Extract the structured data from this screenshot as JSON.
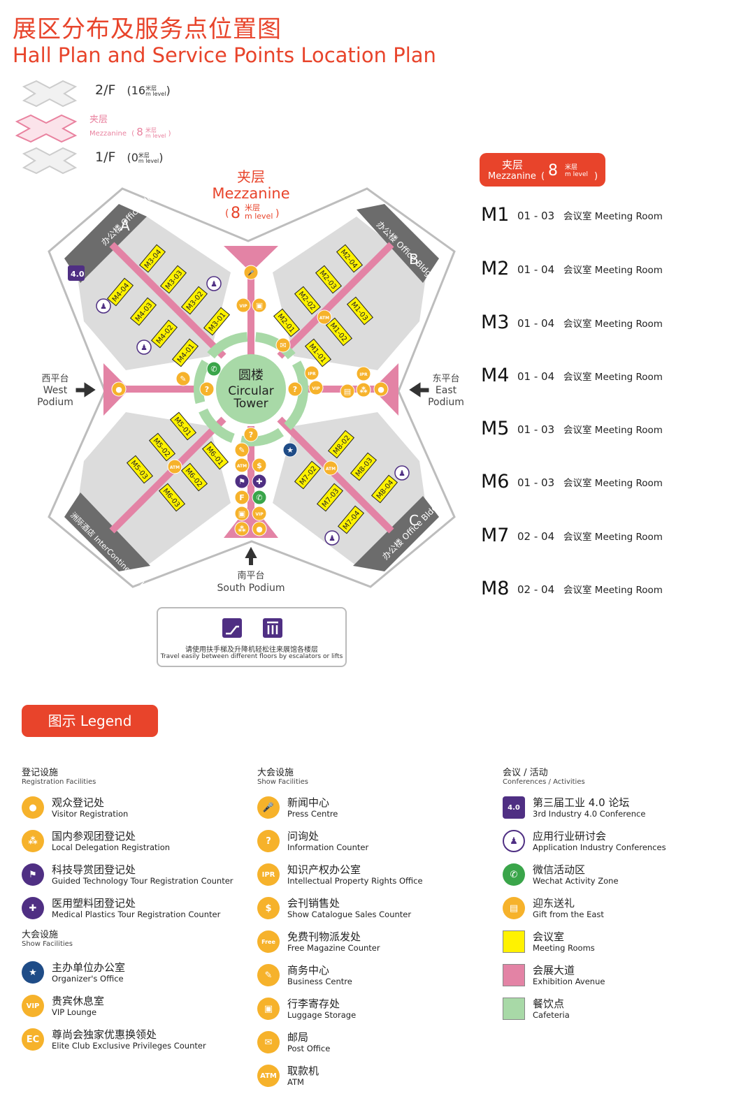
{
  "title": {
    "cn": "展区分布及服务点位置图",
    "en": "Hall Plan and Service Points Location Plan"
  },
  "floors": [
    {
      "name": "2/F",
      "level_num": "16",
      "level_cn": "米层",
      "level_en": "m level"
    },
    {
      "name_cn": "夹层",
      "name_en": "Mezzanine",
      "level_num": "8",
      "level_cn": "米层",
      "level_en": "m level"
    },
    {
      "name": "1/F",
      "level_num": "0",
      "level_cn": "米层",
      "level_en": "m level"
    }
  ],
  "map": {
    "heading_cn": "夹层",
    "heading_en": "Mezzanine",
    "heading_level": "8",
    "heading_level_cn": "米层",
    "heading_level_en": "m level",
    "tower_cn": "圆楼",
    "tower_en1": "Circular",
    "tower_en2": "Tower",
    "bldg_a": "办公楼 Office Bldg",
    "bldg_a_letter": "A",
    "bldg_b": "办公楼 Office Bldg",
    "bldg_b_letter": "B",
    "bldg_c": "办公楼 Office Bldg",
    "bldg_c_letter": "C",
    "hotel": "洲际酒店 InterContinental Hotel",
    "west_cn": "西平台",
    "west_en1": "West",
    "west_en2": "Podium",
    "east_cn": "东平台",
    "east_en1": "East",
    "east_en2": "Podium",
    "south_cn": "南平台",
    "south_en": "South Podium",
    "badge_40": "4.0",
    "rooms": [
      "M3-04",
      "M3-03",
      "M3-02",
      "M3-01",
      "M4-04",
      "M4-03",
      "M4-02",
      "M4-01",
      "M2-04",
      "M2-03",
      "M2-02",
      "M2-01",
      "M1-03",
      "M1-02",
      "M1-01",
      "M5-01",
      "M5-02",
      "M5-03",
      "M6-01",
      "M6-02",
      "M6-03",
      "M8-02",
      "M8-03",
      "M8-04",
      "M7-02",
      "M7-03",
      "M7-04"
    ],
    "lift_text_cn": "请使用扶手梯及升降机轻松往来展馆各楼层",
    "lift_text_en": "Travel easily between different floors by escalators or lifts"
  },
  "mezzanine_badge": {
    "cn": "夹层",
    "en": "Mezzanine",
    "level": "8",
    "level_cn": "米层",
    "level_en": "m level"
  },
  "meeting_rooms": [
    {
      "code": "M1",
      "range": "01 - 03",
      "name": "会议室 Meeting Room"
    },
    {
      "code": "M2",
      "range": "01 - 04",
      "name": "会议室 Meeting Room"
    },
    {
      "code": "M3",
      "range": "01 - 04",
      "name": "会议室 Meeting Room"
    },
    {
      "code": "M4",
      "range": "01 - 04",
      "name": "会议室 Meeting Room"
    },
    {
      "code": "M5",
      "range": "01 - 03",
      "name": "会议室 Meeting Room"
    },
    {
      "code": "M6",
      "range": "01 - 03",
      "name": "会议室 Meeting Room"
    },
    {
      "code": "M7",
      "range": "02 - 04",
      "name": "会议室 Meeting Room"
    },
    {
      "code": "M8",
      "range": "02 - 04",
      "name": "会议室 Meeting Room"
    }
  ],
  "legend": {
    "title": "图示 Legend",
    "col1_head": {
      "cn": "登记设施",
      "en": "Registration Facilities"
    },
    "col1": [
      {
        "icon": "visitor-icon",
        "cn": "观众登记处",
        "en": "Visitor Registration"
      },
      {
        "icon": "delegation-icon",
        "cn": "国内参观团登记处",
        "en": "Local Delegation Registration"
      },
      {
        "icon": "flag-icon",
        "cn": "科技导赏团登记处",
        "en": "Guided Technology Tour Registration Counter"
      },
      {
        "icon": "medical-icon",
        "cn": "医用塑料团登记处",
        "en": "Medical Plastics Tour Registration Counter"
      }
    ],
    "col1b_head": {
      "cn": "大会设施",
      "en": "Show Facilities"
    },
    "col1b": [
      {
        "icon": "star-icon",
        "cn": "主办单位办公室",
        "en": "Organizer's Office"
      },
      {
        "icon": "vip-icon",
        "label": "VIP",
        "cn": "贵宾休息室",
        "en": "VIP Lounge"
      },
      {
        "icon": "ec-icon",
        "cn": "尊尚会独家优惠换领处",
        "en": "Elite Club Exclusive Privileges Counter"
      }
    ],
    "col2_head": {
      "cn": "大会设施",
      "en": "Show Facilities"
    },
    "col2": [
      {
        "icon": "microphone-icon",
        "cn": "新闻中心",
        "en": "Press Centre"
      },
      {
        "icon": "question-icon",
        "label": "?",
        "cn": "问询处",
        "en": "Information Counter"
      },
      {
        "icon": "ipr-icon",
        "label": "IPR",
        "cn": "知识产权办公室",
        "en": "Intellectual Property Rights Office"
      },
      {
        "icon": "catalogue-icon",
        "label": "$",
        "cn": "会刊销售处",
        "en": "Show Catalogue Sales Counter"
      },
      {
        "icon": "free-icon",
        "label": "Free",
        "cn": "免费刊物派发处",
        "en": "Free Magazine Counter"
      },
      {
        "icon": "pen-icon",
        "cn": "商务中心",
        "en": "Business Centre"
      },
      {
        "icon": "luggage-icon",
        "cn": "行李寄存处",
        "en": "Luggage Storage"
      },
      {
        "icon": "post-icon",
        "cn": "邮局",
        "en": "Post Office"
      },
      {
        "icon": "atm-icon",
        "label": "ATM",
        "cn": "取款机",
        "en": "ATM"
      }
    ],
    "col3_head": {
      "cn": "会议 / 活动",
      "en": "Conferences / Activities"
    },
    "col3": [
      {
        "icon": "industry40-icon",
        "label": "4.0",
        "cn": "第三届工业 4.0 论坛",
        "en": "3rd Industry 4.0 Conference"
      },
      {
        "icon": "podium-icon",
        "cn": "应用行业研讨会",
        "en": "Application Industry Conferences"
      },
      {
        "icon": "wechat-icon",
        "cn": "微信活动区",
        "en": "Wechat Activity Zone"
      },
      {
        "icon": "gift-icon",
        "cn": "迎东送礼",
        "en": "Gift from the East"
      },
      {
        "icon": "meeting-swatch",
        "color": "#fff200",
        "cn": "会议室",
        "en": "Meeting Rooms"
      },
      {
        "icon": "avenue-swatch",
        "color": "#e383a5",
        "cn": "会展大道",
        "en": "Exhibition Avenue"
      },
      {
        "icon": "cafeteria-swatch",
        "color": "#a8d9a7",
        "cn": "餐饮点",
        "en": "Cafeteria"
      }
    ]
  }
}
